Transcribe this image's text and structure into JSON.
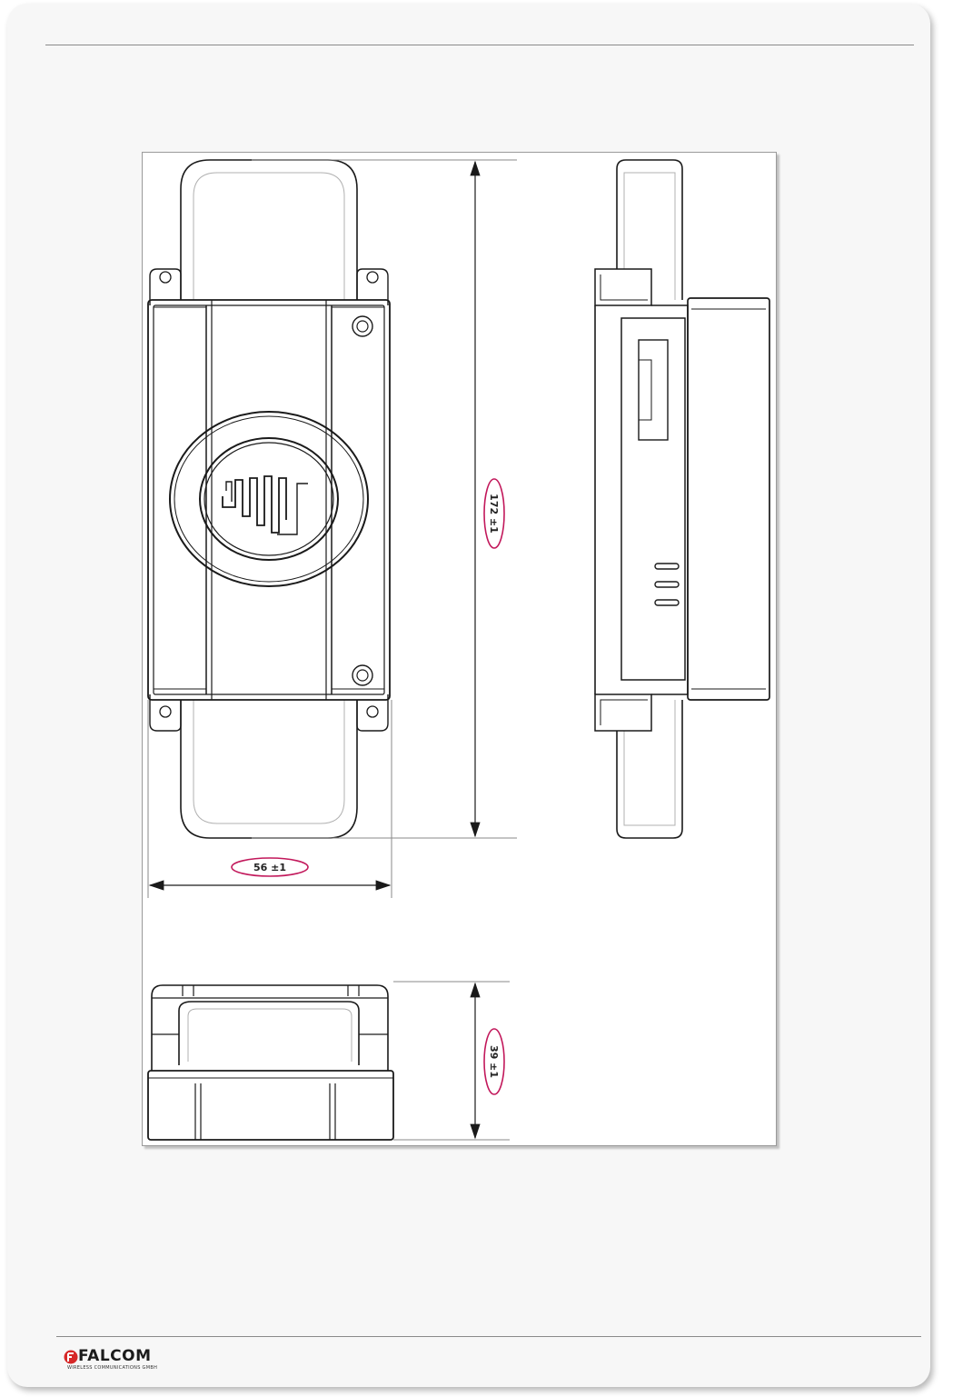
{
  "drawing": {
    "dimensions": {
      "height_label": "172 ±1",
      "width_label": "56 ±1",
      "depth_label": "39 ±1"
    },
    "colors": {
      "line": "#1a1a1a",
      "thin_line": "#8a8a8a",
      "highlight": "#c2185b"
    }
  },
  "footer": {
    "logo_name": "FALCOM",
    "logo_tagline": "WIRELESS COMMUNICATIONS GMBH",
    "logo_icon": "falcom-logo-icon"
  }
}
